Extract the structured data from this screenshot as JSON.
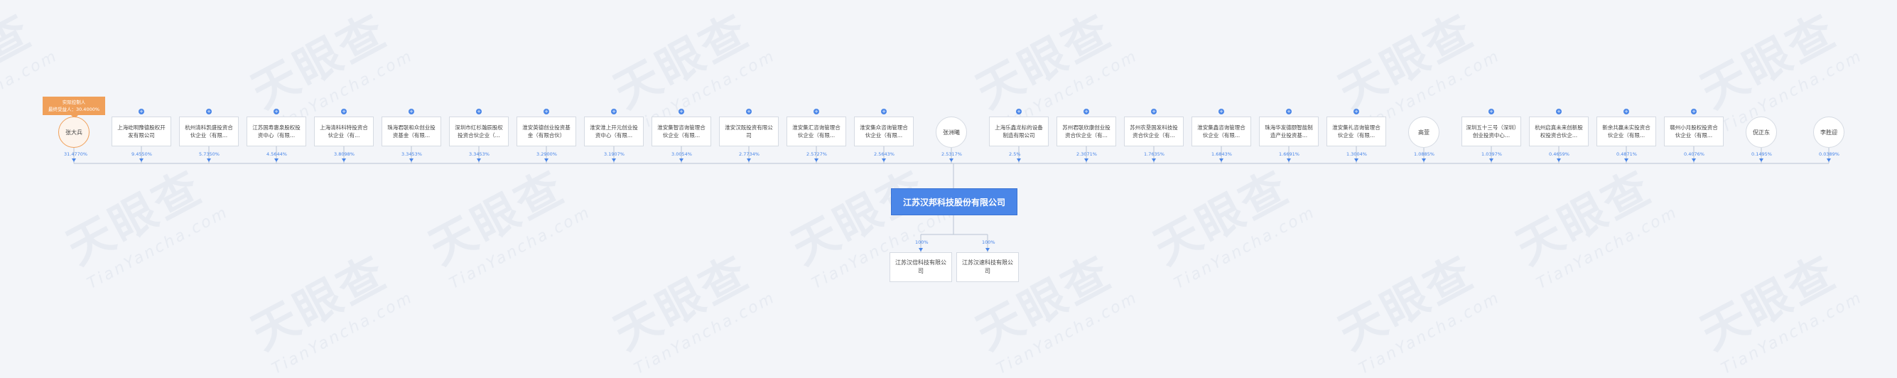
{
  "watermark": {
    "cn": "天眼查",
    "en": "TianYancha.com"
  },
  "badge": {
    "line1": "实际控制人",
    "line2": "最终受益人：30.4000%"
  },
  "main_company": "江苏汉邦科技股份有限公司",
  "shareholders": [
    {
      "name": "张大兵",
      "type": "person",
      "pct": "31.4770%",
      "highlight": true
    },
    {
      "name": "上海屹明豫德股权开发有限公司",
      "type": "company",
      "pct": "9.4550%"
    },
    {
      "name": "杭州清科凯盛投资合伙企业（有限...",
      "type": "company",
      "pct": "5.7350%"
    },
    {
      "name": "江苏国寿惠泉股权投资中心（有限...",
      "type": "company",
      "pct": "4.5644%"
    },
    {
      "name": "上海清科科特投资合伙企业（有...",
      "type": "company",
      "pct": "3.8098%"
    },
    {
      "name": "珠海君联和众创业投资基金（有限...",
      "type": "company",
      "pct": "3.3453%"
    },
    {
      "name": "深圳市红杉瀚辰股权投资合伙企业（...",
      "type": "company",
      "pct": "3.3453%"
    },
    {
      "name": "淮安英德创业投资基金（有限合伙）",
      "type": "company",
      "pct": "3.2900%"
    },
    {
      "name": "淮安淮上开元创业投资中心（有限...",
      "type": "company",
      "pct": "3.1907%"
    },
    {
      "name": "淮安集智咨询管理合伙企业（有限...",
      "type": "company",
      "pct": "3.0054%"
    },
    {
      "name": "淮安汉既投资有限公司",
      "type": "company",
      "pct": "2.7734%"
    },
    {
      "name": "淮安集汇咨询管理合伙企业（有限...",
      "type": "company",
      "pct": "2.5727%"
    },
    {
      "name": "淮安集众咨询管理合伙企业（有限...",
      "type": "company",
      "pct": "2.5643%"
    },
    {
      "name": "张洲曦",
      "type": "person",
      "pct": "2.5317%"
    },
    {
      "name": "上海乐鑫龙标的设备制造有限公司",
      "type": "company",
      "pct": "2.5%"
    },
    {
      "name": "苏州君联欣康创业投资合伙企业（有...",
      "type": "company",
      "pct": "2.3071%"
    },
    {
      "name": "苏州农垦国发科技投资合伙企业（有...",
      "type": "company",
      "pct": "1.7635%"
    },
    {
      "name": "淮安集鑫咨询管理合伙企业（有限...",
      "type": "company",
      "pct": "1.6843%"
    },
    {
      "name": "珠海华发德颐智能制造产业投资基...",
      "type": "company",
      "pct": "1.6691%"
    },
    {
      "name": "淮安集礼咨询管理合伙企业（有限...",
      "type": "company",
      "pct": "1.3004%"
    },
    {
      "name": "高萱",
      "type": "person",
      "pct": "1.0885%"
    },
    {
      "name": "深圳五十三号（深圳）创业投资中心...",
      "type": "company",
      "pct": "1.0397%"
    },
    {
      "name": "杭州启真未来创新股权投资合伙企...",
      "type": "company",
      "pct": "0.4659%"
    },
    {
      "name": "新余共赢未实投资合伙企业（有限...",
      "type": "company",
      "pct": "0.4871%"
    },
    {
      "name": "赣州小月股权投资合伙企业（有限...",
      "type": "company",
      "pct": "0.4076%"
    },
    {
      "name": "倪正东",
      "type": "person",
      "pct": "0.1495%"
    },
    {
      "name": "李胜迎",
      "type": "person",
      "pct": "0.0389%"
    }
  ],
  "subsidiaries": [
    {
      "name": "江苏汉倍科技有限公司",
      "pct": "100%"
    },
    {
      "name": "江苏汉速科技有限公司",
      "pct": "100%"
    }
  ]
}
